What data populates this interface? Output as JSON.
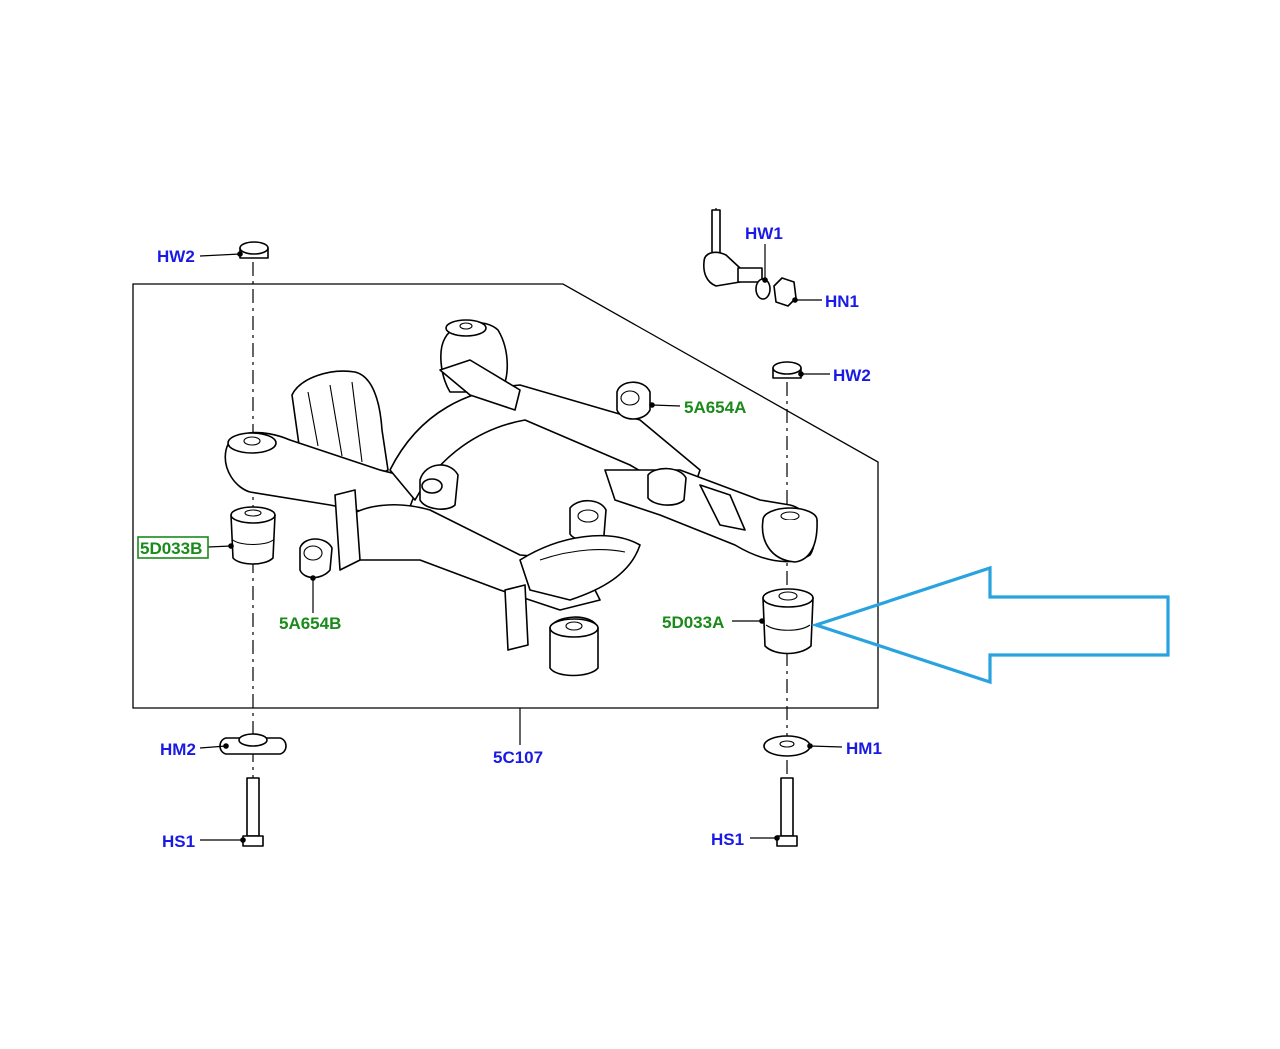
{
  "callouts": {
    "hw2_left": "HW2",
    "hw1": "HW1",
    "hn1": "HN1",
    "hw2_right": "HW2",
    "a5a654a": "5A654A",
    "d5d033b": "5D033B",
    "a5a654b": "5A654B",
    "d5d033a": "5D033A",
    "c5c107": "5C107",
    "hm2": "HM2",
    "hm1": "HM1",
    "hs1_left": "HS1",
    "hs1_right": "HS1"
  },
  "colors": {
    "callout_blue": "#1a1ae6",
    "callout_green": "#1a8a1a",
    "highlight_arrow": "#29a3e0",
    "highlight_box": "#1a8a1a"
  }
}
